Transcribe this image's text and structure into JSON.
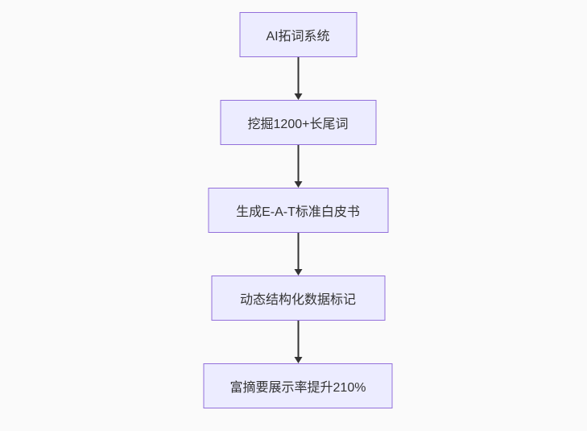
{
  "canvas": {
    "background": "#fafafa"
  },
  "flowchart": {
    "type": "flowchart",
    "direction": "top-to-bottom",
    "node_fill": "#ECECFF",
    "node_border": "#9370DB",
    "arrow_color": "#333333",
    "text_color": "#333333",
    "nodes": [
      {
        "label": "AI拓词系统"
      },
      {
        "label": "挖掘1200+长尾词"
      },
      {
        "label": "生成E-A-T标准白皮书"
      },
      {
        "label": "动态结构化数据标记"
      },
      {
        "label": "富摘要展示率提升210%"
      }
    ],
    "edges": [
      {
        "from": "AI拓词系统",
        "to": "挖掘1200+长尾词"
      },
      {
        "from": "挖掘1200+长尾词",
        "to": "生成E-A-T标准白皮书"
      },
      {
        "from": "生成E-A-T标准白皮书",
        "to": "动态结构化数据标记"
      },
      {
        "from": "动态结构化数据标记",
        "to": "富摘要展示率提升210%"
      }
    ]
  }
}
